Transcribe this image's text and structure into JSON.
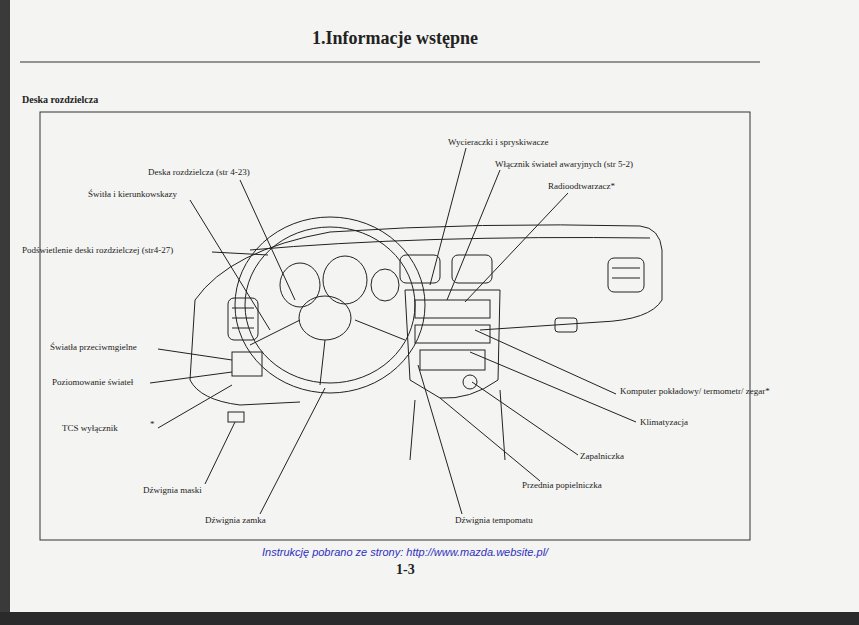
{
  "diagram": {
    "title": "1.Informacje wstępne",
    "labels": [
      "Deska rozdzielcza",
      "Wycieraczki i spryskiwacze",
      "Włącznik świateł awaryjnych (str 5-2)",
      "Radioodtwarzacz*",
      "Deska rozdzielcza (str 4-23)",
      "Świtła i kierunkowskazy",
      "Podświetlenie deski rozdzielczej (str4-27)",
      "Światła przeciwmgielne",
      "Poziomowanie świateł",
      "TCS wyłącznik",
      "*",
      "Komputer pokładowy/ termometr/ zegar*",
      "Klimatyzacja",
      "Zapalniczka",
      "Przednia popielniczka",
      "Dźwignia maski",
      "Dźwignia zamka",
      "Dźwignia tempomatu",
      "Instrukcję pobrano ze strony: http://www.mazda.website.pl/",
      "1-3"
    ]
  }
}
